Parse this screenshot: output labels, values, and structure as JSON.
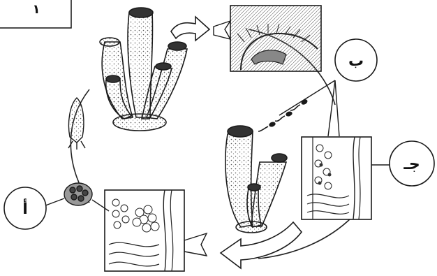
{
  "figure": {
    "corner_label": "١",
    "callouts": {
      "a": "أ",
      "b": "ب",
      "c": "جـ"
    }
  },
  "colors": {
    "ink": "#1a1a1a",
    "stipple": "#6b6b6b",
    "background": "#ffffff"
  },
  "icons": [
    "sponge-colony",
    "free-swimming-larva",
    "sponge-wall-section",
    "gemmule",
    "sperm-cells",
    "cycle-arrow"
  ]
}
